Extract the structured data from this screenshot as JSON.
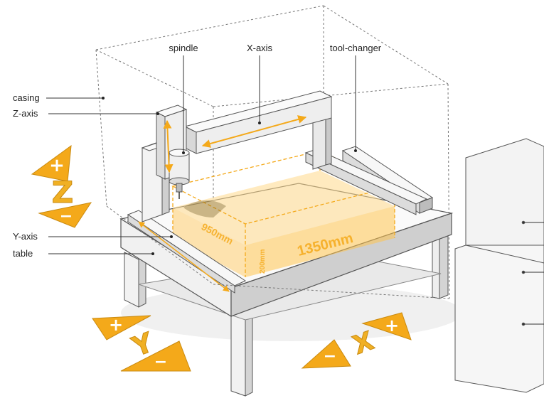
{
  "labels": {
    "spindle": "spindle",
    "x_axis": "X-axis",
    "tool_changer": "tool-changer",
    "casing": "casing",
    "z_axis": "Z-axis",
    "y_axis": "Y-axis",
    "table": "table"
  },
  "dimensions": {
    "width": "1350mm",
    "depth": "950mm",
    "height": "200mm"
  },
  "axis_markers": {
    "z": {
      "letter": "Z",
      "plus": "+",
      "minus": "−"
    },
    "y": {
      "letter": "Y",
      "plus": "+",
      "minus": "−"
    },
    "x": {
      "letter": "X",
      "plus": "+",
      "minus": "−"
    }
  },
  "colors": {
    "accent": "#f4a91a",
    "outline": "#555555",
    "casing_dash": "#777777"
  }
}
